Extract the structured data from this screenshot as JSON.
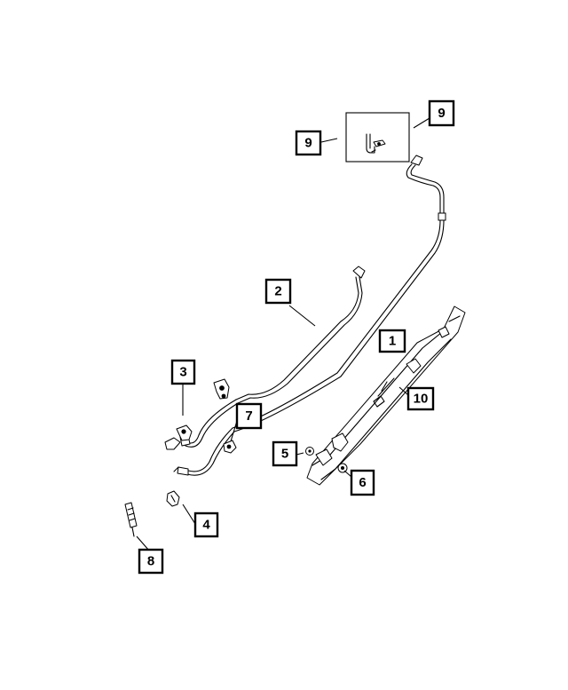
{
  "callouts": [
    {
      "id": "1",
      "label": "1"
    },
    {
      "id": "2",
      "label": "2"
    },
    {
      "id": "3",
      "label": "3"
    },
    {
      "id": "4",
      "label": "4"
    },
    {
      "id": "5",
      "label": "5"
    },
    {
      "id": "6",
      "label": "6"
    },
    {
      "id": "7",
      "label": "7"
    },
    {
      "id": "8",
      "label": "8"
    },
    {
      "id": "9a",
      "label": "9"
    },
    {
      "id": "9b",
      "label": "9"
    },
    {
      "id": "10",
      "label": "10"
    }
  ],
  "colors": {
    "line": "#000000",
    "background": "#ffffff"
  }
}
